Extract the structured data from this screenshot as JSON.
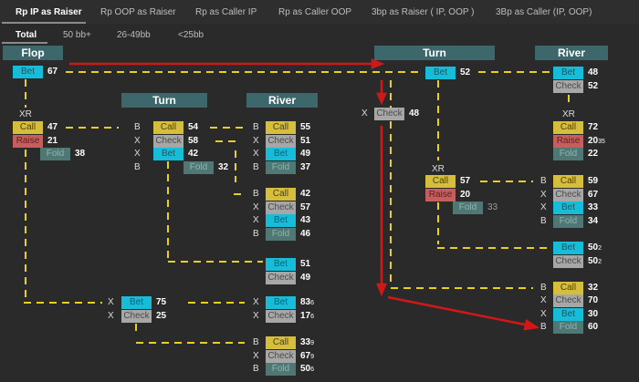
{
  "tabs": [
    "Rp IP as Raiser",
    "Rp OOP as Raiser",
    "Rp as Caller IP",
    "Rp as Caller OOP",
    "3bp  as Raiser ( IP,  OOP )",
    "3Bp as Caller (IP, OOP)"
  ],
  "subtabs": [
    "Total",
    "50 bb+",
    "26-49bb",
    "<25bb"
  ],
  "headers": {
    "flop": "Flop",
    "turn_left": "Turn",
    "river_left": "River",
    "turn_right": "Turn",
    "river_right": "River"
  },
  "xr_label": "XR",
  "colors": {
    "bet": "#16bcd8",
    "check": "#a7a7a7",
    "call": "#d6bd3c",
    "raise": "#c65e5e",
    "fold": "#4f7874",
    "header": "#3c686b",
    "arrow": "#d01818",
    "line": "#e8d020"
  },
  "nodes": [
    {
      "p": "",
      "a": "Bet",
      "v": "67",
      "s": ""
    },
    {
      "p": "",
      "a": "Call",
      "v": "47",
      "s": ""
    },
    {
      "p": "",
      "a": "Raise",
      "v": "21",
      "s": ""
    },
    {
      "p": "",
      "a": "Fold",
      "v": "38",
      "s": ""
    },
    {
      "p": "B",
      "a": "Call",
      "v": "54",
      "s": ""
    },
    {
      "p": "X",
      "a": "Check",
      "v": "58",
      "s": ""
    },
    {
      "p": "X",
      "a": "Bet",
      "v": "42",
      "s": ""
    },
    {
      "p": "B",
      "a": "Fold",
      "v": "32",
      "s": ""
    },
    {
      "p": "B",
      "a": "Call",
      "v": "55",
      "s": ""
    },
    {
      "p": "X",
      "a": "Check",
      "v": "51",
      "s": ""
    },
    {
      "p": "X",
      "a": "Bet",
      "v": "49",
      "s": ""
    },
    {
      "p": "B",
      "a": "Fold",
      "v": "37",
      "s": ""
    },
    {
      "p": "B",
      "a": "Call",
      "v": "42",
      "s": ""
    },
    {
      "p": "X",
      "a": "Check",
      "v": "57",
      "s": ""
    },
    {
      "p": "X",
      "a": "Bet",
      "v": "43",
      "s": ""
    },
    {
      "p": "B",
      "a": "Fold",
      "v": "46",
      "s": ""
    },
    {
      "p": "",
      "a": "Bet",
      "v": "51",
      "s": ""
    },
    {
      "p": "",
      "a": "Check",
      "v": "49",
      "s": ""
    },
    {
      "p": "X",
      "a": "Bet",
      "v": "75",
      "s": ""
    },
    {
      "p": "X",
      "a": "Check",
      "v": "25",
      "s": ""
    },
    {
      "p": "X",
      "a": "Bet",
      "v": "83",
      "s": "6"
    },
    {
      "p": "X",
      "a": "Check",
      "v": "17",
      "s": "6"
    },
    {
      "p": "B",
      "a": "Call",
      "v": "33",
      "s": "9"
    },
    {
      "p": "X",
      "a": "Check",
      "v": "67",
      "s": "9"
    },
    {
      "p": "B",
      "a": "Fold",
      "v": "50",
      "s": "6"
    },
    {
      "p": "",
      "a": "Bet",
      "v": "52",
      "s": ""
    },
    {
      "p": "",
      "a": "Bet",
      "v": "48",
      "s": ""
    },
    {
      "p": "",
      "a": "Check",
      "v": "52",
      "s": ""
    },
    {
      "p": "",
      "a": "Call",
      "v": "72",
      "s": ""
    },
    {
      "p": "",
      "a": "Raise",
      "v": "20",
      "s": "35"
    },
    {
      "p": "",
      "a": "Fold",
      "v": "22",
      "s": ""
    },
    {
      "p": "X",
      "a": "Check",
      "v": "48",
      "s": ""
    },
    {
      "p": "",
      "a": "Call",
      "v": "57",
      "s": ""
    },
    {
      "p": "",
      "a": "Raise",
      "v": "20",
      "s": ""
    },
    {
      "p": "",
      "a": "Fold",
      "v": "33",
      "s": ""
    },
    {
      "p": "B",
      "a": "Call",
      "v": "59",
      "s": ""
    },
    {
      "p": "X",
      "a": "Check",
      "v": "67",
      "s": ""
    },
    {
      "p": "X",
      "a": "Bet",
      "v": "33",
      "s": ""
    },
    {
      "p": "B",
      "a": "Fold",
      "v": "34",
      "s": ""
    },
    {
      "p": "",
      "a": "Bet",
      "v": "50",
      "s": "2"
    },
    {
      "p": "",
      "a": "Check",
      "v": "50",
      "s": "2"
    },
    {
      "p": "B",
      "a": "Call",
      "v": "32",
      "s": ""
    },
    {
      "p": "X",
      "a": "Check",
      "v": "70",
      "s": ""
    },
    {
      "p": "X",
      "a": "Bet",
      "v": "30",
      "s": ""
    },
    {
      "p": "B",
      "a": "Fold",
      "v": "60",
      "s": ""
    }
  ]
}
